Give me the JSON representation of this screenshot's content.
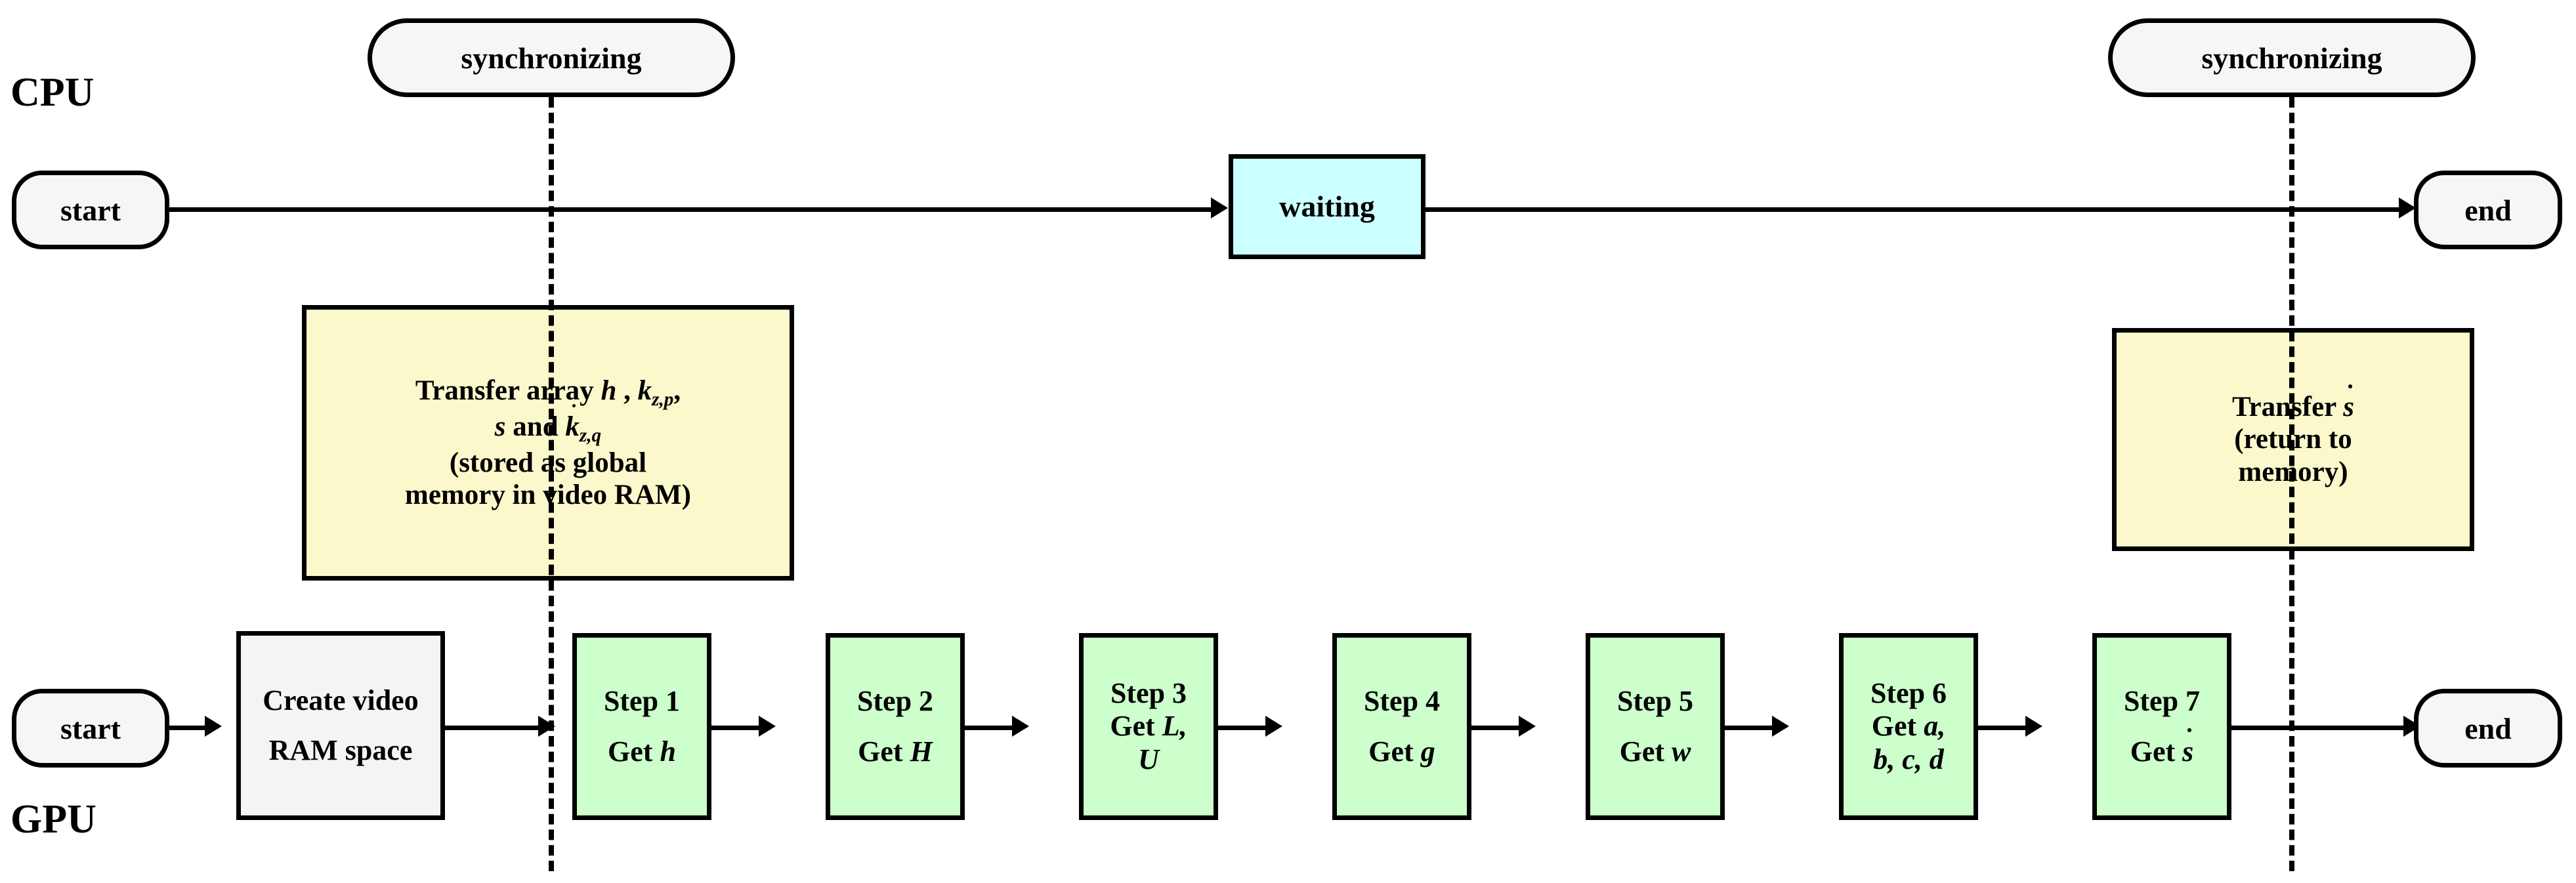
{
  "lanes": {
    "cpu_label": "CPU",
    "gpu_label": "GPU"
  },
  "cpu_row": {
    "start_label": "start",
    "waiting_label": "waiting",
    "end_label": "end"
  },
  "gpu_row": {
    "start_label": "start",
    "end_label": "end",
    "create_box": {
      "line1": "Create video",
      "line2": "RAM space"
    },
    "steps": [
      {
        "title": "Step 1",
        "body_prefix": "Get ",
        "body_var": "h",
        "body_extra": "",
        "var_dot": false,
        "two_line_body": false
      },
      {
        "title": "Step 2",
        "body_prefix": "Get ",
        "body_var": "H",
        "body_extra": "",
        "var_dot": false,
        "two_line_body": false
      },
      {
        "title": "Step 3",
        "body_prefix": "Get ",
        "body_var": "L,",
        "body_extra": "U",
        "var_dot": false,
        "two_line_body": true
      },
      {
        "title": "Step 4",
        "body_prefix": "Get ",
        "body_var": "g",
        "body_extra": "",
        "var_dot": false,
        "two_line_body": false
      },
      {
        "title": "Step 5",
        "body_prefix": "Get ",
        "body_var": "w",
        "body_extra": "",
        "var_dot": false,
        "two_line_body": false
      },
      {
        "title": "Step 6",
        "body_prefix": "Get ",
        "body_var": "a,",
        "body_extra": "b, c, d",
        "var_dot": false,
        "two_line_body": true
      },
      {
        "title": "Step 7",
        "body_prefix": "Get ",
        "body_var": "s",
        "body_extra": "",
        "var_dot": true,
        "two_line_body": false
      }
    ]
  },
  "sync_nodes": {
    "left_label": "synchronizing",
    "right_label": "synchronizing"
  },
  "transfer_in": {
    "line1_prefix": "Transfer array ",
    "line1_var1": "h",
    "line1_mid": " , ",
    "line1_var2": "k",
    "line1_sub2": "z,p",
    "line1_suffix": ",",
    "line2_var1": "s",
    "line2_mid": " and ",
    "line2_var2": "k",
    "line2_sub2": "z,q",
    "line2_var2_dot": true,
    "line3": "(stored as global",
    "line4": "memory in video RAM)"
  },
  "transfer_out": {
    "line1_prefix": "Transfer ",
    "line1_var": "s",
    "line1_var_dot": true,
    "line2": "(return to",
    "line3": "memory)"
  },
  "colors": {
    "stroke": "#000000",
    "green_fill": "#ccffcc",
    "cyan_fill": "#ccffff",
    "yellow_fill": "#fbf8cc",
    "plain_fill": "#f4f4f4",
    "terminator_fill": "#f6f6f6",
    "background": "#ffffff"
  }
}
